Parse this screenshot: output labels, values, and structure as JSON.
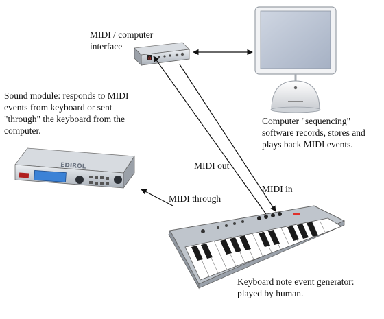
{
  "labels": {
    "interface": [
      "MIDI / computer",
      "interface"
    ],
    "sound_module": [
      "Sound module: responds to MIDI",
      "events from keyboard or sent",
      "\"through\" the keyboard from the",
      "computer."
    ],
    "computer": [
      "Computer \"sequencing\"",
      "software records, stores and",
      "plays back MIDI events."
    ],
    "keyboard": [
      "Keyboard note event generator:",
      "played by human."
    ],
    "midi_out": "MIDI out",
    "midi_in": "MIDI in",
    "midi_through": "MIDI through"
  },
  "devices": {
    "interface_display": "0",
    "module_brand": "EDIROL"
  },
  "colors": {
    "arrow": "#111111",
    "metal": "#c8cdd3",
    "screen_blue": "#3b82d6",
    "led_red": "#e0302a"
  }
}
